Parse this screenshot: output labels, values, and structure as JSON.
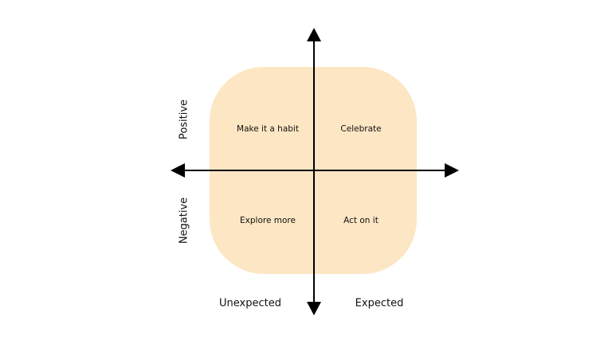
{
  "quadrants": {
    "top_left": "Make it a habit",
    "top_right": "Celebrate",
    "bottom_left": "Explore more",
    "bottom_right": "Act on it"
  },
  "axes": {
    "y_positive": "Positive",
    "y_negative": "Negative",
    "x_negative": "Unexpected",
    "x_positive": "Expected"
  },
  "colors": {
    "fill": "#fde6c3",
    "axis": "#000000"
  }
}
